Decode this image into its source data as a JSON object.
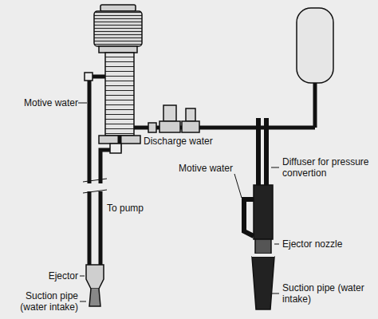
{
  "diagram": {
    "labels": [
      "Motive water",
      "Discharge water",
      "To pump",
      "Ejector",
      "Suction pipe (water intake)",
      "Diffuser for pressure convertion",
      "Motive water",
      "Ejector nozzle",
      "Suction pipe (water intake)"
    ]
  }
}
